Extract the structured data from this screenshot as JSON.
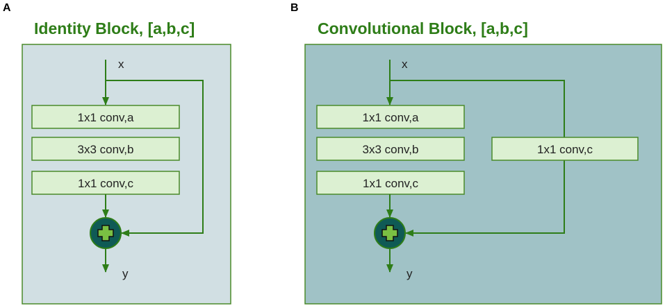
{
  "panels": [
    {
      "letter": "A",
      "title": "Identity Block, [a,b,c]",
      "input_label": "x",
      "output_label": "y",
      "main_path": [
        "1x1 conv,a",
        "3x3 conv,b",
        "1x1 conv,c"
      ],
      "shortcut": []
    },
    {
      "letter": "B",
      "title": "Convolutional Block, [a,b,c]",
      "input_label": "x",
      "output_label": "y",
      "main_path": [
        "1x1 conv,a",
        "3x3 conv,b",
        "1x1 conv,c"
      ],
      "shortcut": [
        "1x1 conv,c"
      ]
    }
  ],
  "colors": {
    "title": "#2e7d18",
    "panel_a_bg": "#d1dfe3",
    "panel_b_bg": "#a0c2c6",
    "panel_border": "#4a8a2a",
    "box_fill": "#dcf0d2",
    "box_border": "#4a8a2a",
    "arrow": "#2e7d18",
    "adder_fill": "#0f5a55",
    "plus_fill": "#7ac043"
  },
  "icons": {
    "adder": "plus-circle-icon"
  }
}
